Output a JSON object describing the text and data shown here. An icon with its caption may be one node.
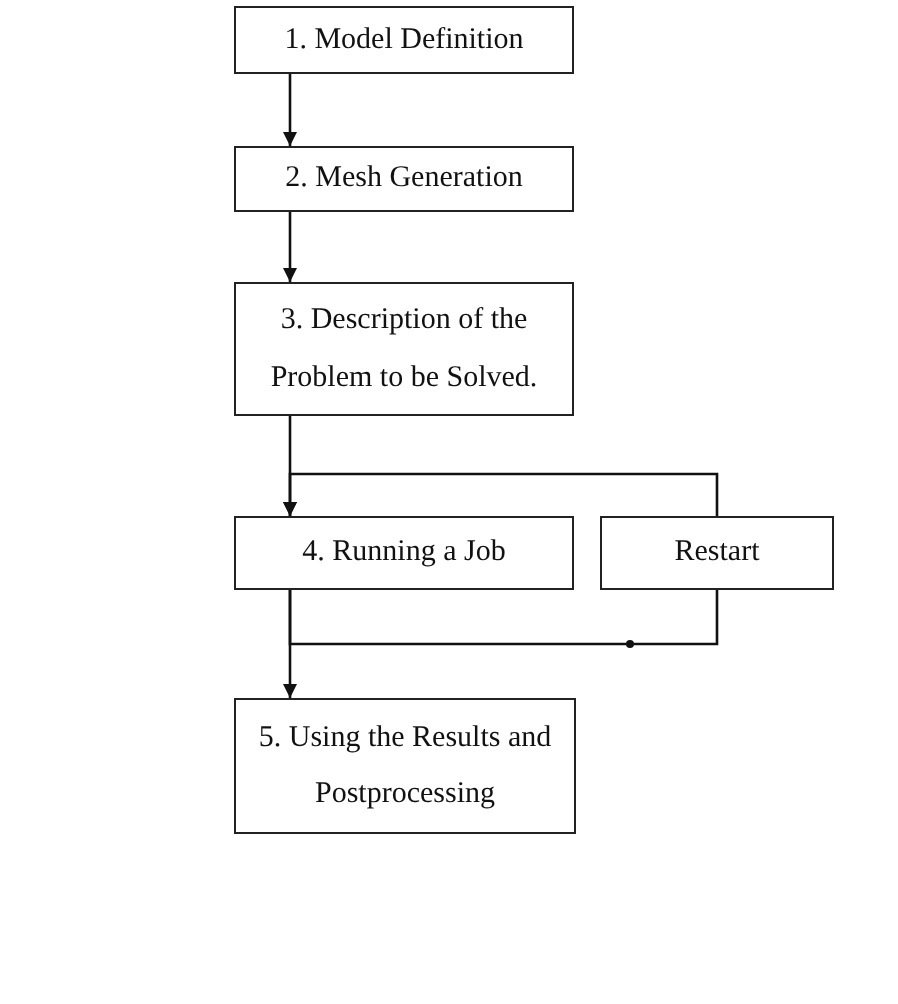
{
  "diagram": {
    "nodes": [
      {
        "text": [
          "1. Model Definition"
        ]
      },
      {
        "text": [
          "2. Mesh Generation"
        ]
      },
      {
        "text": [
          "3. Description of the Problem to be Solved."
        ]
      },
      {
        "text": [
          "4. Running a Job"
        ]
      },
      {
        "text": [
          "Restart"
        ]
      },
      {
        "text": [
          "5. Using the Results and Postprocessing"
        ]
      }
    ],
    "edges": [
      {
        "from": 0,
        "to": 1,
        "arrow": "to"
      },
      {
        "from": 1,
        "to": 2,
        "arrow": "to"
      },
      {
        "from": 2,
        "to": 3,
        "arrow": "to"
      },
      {
        "from": 4,
        "to": 3,
        "arrow": "to"
      },
      {
        "from": 3,
        "to": 5,
        "arrow": "to"
      },
      {
        "from": 3,
        "to": 4,
        "arrow": "none"
      }
    ]
  }
}
